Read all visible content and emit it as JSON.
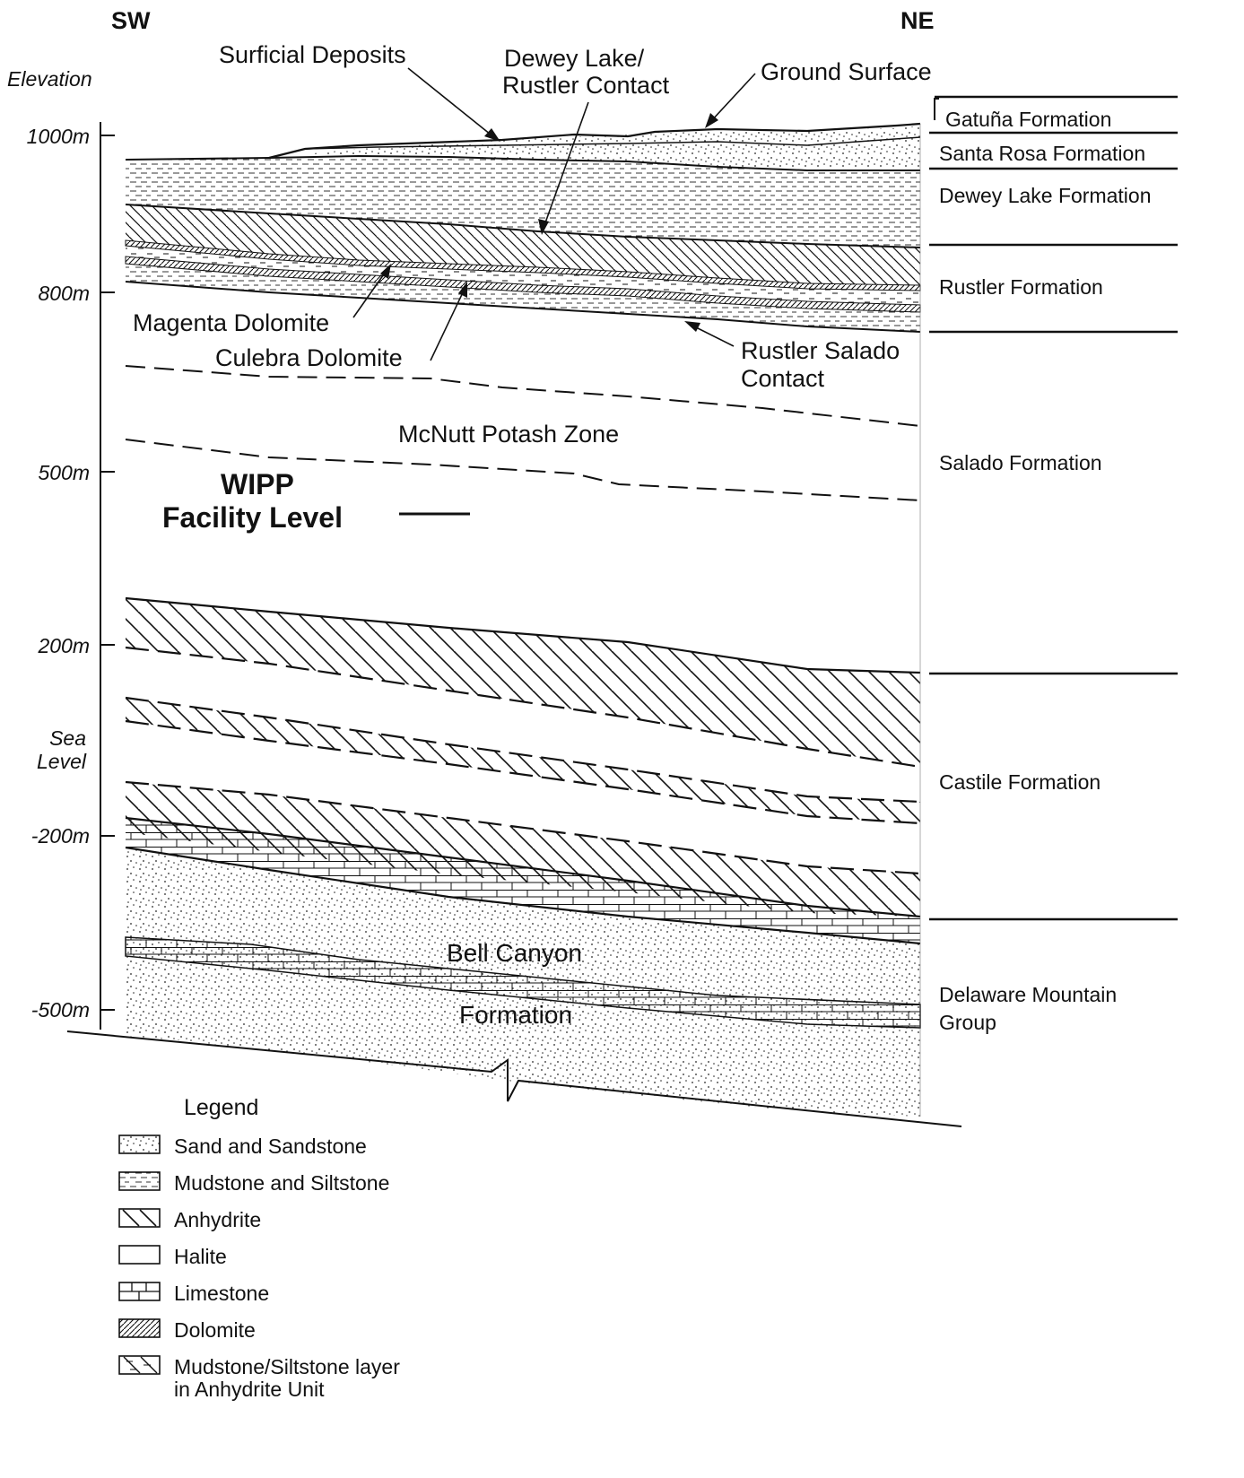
{
  "direction": {
    "left": "SW",
    "right": "NE"
  },
  "elevation_axis": {
    "label": "Elevation",
    "ticks": [
      "1000m",
      "800m",
      "500m",
      "200m",
      "-200m",
      "-500m"
    ],
    "sea_level_line1": "Sea",
    "sea_level_line2": "Level"
  },
  "annotations": {
    "surficial_deposits": "Surficial Deposits",
    "dewey_rustler_line1": "Dewey Lake/",
    "dewey_rustler_line2": "Rustler Contact",
    "ground_surface": "Ground Surface",
    "magenta_dolomite": "Magenta Dolomite",
    "culebra_dolomite": "Culebra Dolomite",
    "rustler_salado_line1": "Rustler Salado",
    "rustler_salado_line2": "Contact",
    "mcnutt": "McNutt Potash Zone",
    "wipp_line1": "WIPP",
    "wipp_line2": "Facility Level",
    "bell_canyon_line1": "Bell Canyon",
    "bell_canyon_line2": "Formation"
  },
  "formations": {
    "gatuna": "Gatuña Formation",
    "santa_rosa": "Santa Rosa Formation",
    "dewey_lake": "Dewey Lake Formation",
    "rustler": "Rustler Formation",
    "salado": "Salado Formation",
    "castile": "Castile Formation",
    "delaware_line1": "Delaware Mountain",
    "delaware_line2": "Group"
  },
  "legend": {
    "title": "Legend",
    "items": [
      {
        "label": "Sand and Sandstone",
        "pattern": "sand"
      },
      {
        "label": "Mudstone and Siltstone",
        "pattern": "mud"
      },
      {
        "label": "Anhydrite",
        "pattern": "anhydrite"
      },
      {
        "label": "Halite",
        "pattern": "halite"
      },
      {
        "label": "Limestone",
        "pattern": "limestone"
      },
      {
        "label": "Dolomite",
        "pattern": "dolomite"
      },
      {
        "label": "Mudstone/Siltstone layer",
        "label2": "in Anhydrite Unit",
        "pattern": "mudlayer"
      }
    ]
  }
}
